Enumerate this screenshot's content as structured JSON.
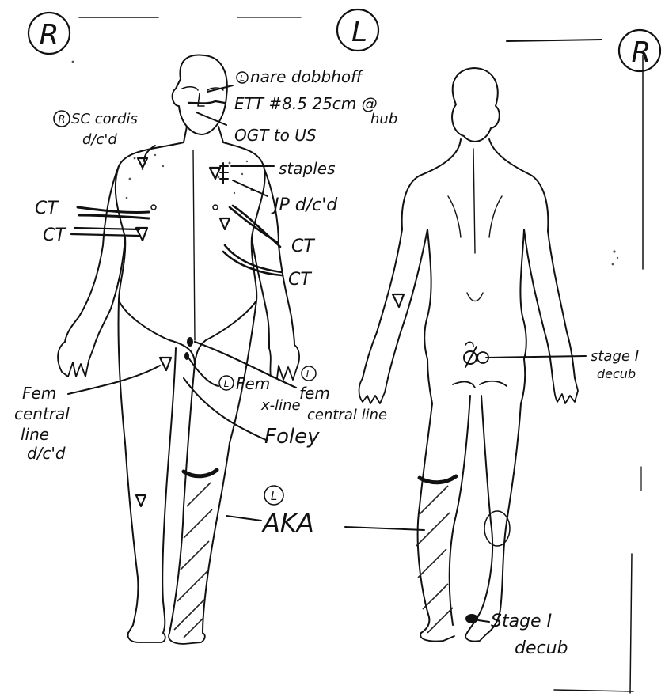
{
  "side_labels": {
    "front_right": "R",
    "front_left": "L",
    "back_right": "R"
  },
  "annotations": {
    "nare_prefix": "L",
    "nare": "nare dobbhoff",
    "ett": "ETT #8.5 25cm @",
    "ett_hub": "hub",
    "ogt": "OGT to US",
    "sc_prefix": "R",
    "sc_cordis": "SC cordis",
    "sc_dc": "d/c'd",
    "staples": "staples",
    "jp": "JP d/c'd",
    "ct_right_1": "CT",
    "ct_right_2": "CT",
    "ct_left_1": "CT",
    "ct_left_2": "CT",
    "fem_central_1": "Fem",
    "fem_central_2": "central",
    "fem_central_3": "line",
    "fem_central_4": "d/c'd",
    "l_fem_prefix": "L",
    "l_fem_1": "fem",
    "l_fem_2": "central line",
    "l_fem_xline_prefix": "L",
    "l_fem_xline_1": "Fem",
    "l_fem_xline_2": "x-line",
    "foley": "Foley",
    "aka_prefix": "L",
    "aka": "AKA",
    "stage1_sacral_1": "stage I",
    "stage1_sacral_2": "decub",
    "stage1_heel_1": "Stage I",
    "stage1_heel_2": "decub"
  },
  "colors": {
    "ink": "#111111",
    "paper": "#ffffff"
  }
}
